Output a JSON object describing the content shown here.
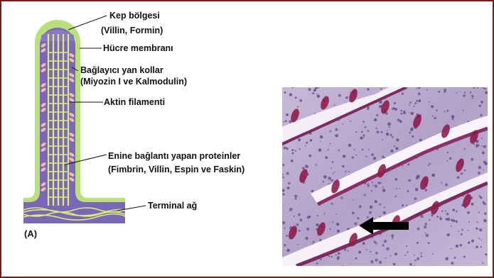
{
  "labels": {
    "cap_region": "Kep bölgesi",
    "cap_region_detail": "(Villin, Formin)",
    "cell_membrane": "Hücre membranı",
    "lateral_arms": "Bağlayıcı yan kollar",
    "lateral_arms_detail": "(Miyozin I ve Kalmodulin)",
    "actin_filament": "Aktin filamenti",
    "crosslink_proteins": "Enine bağlantı yapan proteinler",
    "crosslink_proteins_detail": "(Fimbrin, Villin, Espin ve Faskin)",
    "terminal_web": "Terminal ağ",
    "panel_label": "(A)"
  },
  "colors": {
    "frame": "#7a1a16",
    "membrane": "#b9e07a",
    "cytoplasm": "#7a67b8",
    "actin": "#d9ef73",
    "lateral_arm": "#f2b9b0",
    "tissue_background": "#b9a9cc",
    "goblet_cell": "#8e1d4a",
    "arrow": "#000000"
  }
}
